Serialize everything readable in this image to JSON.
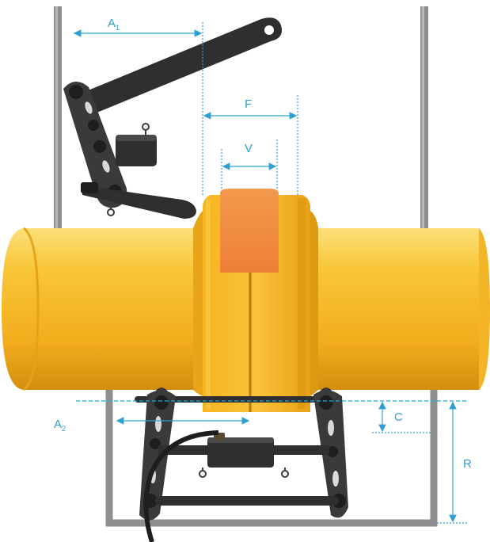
{
  "labels": {
    "a1": "A",
    "a1_sub": "1",
    "a2": "A",
    "a2_sub": "2",
    "f": "F",
    "v": "V",
    "c": "C",
    "r": "R"
  },
  "colors": {
    "pipe": "#f4b323",
    "pipe_dark": "#c88a10",
    "weld_band": "#f5a81c",
    "weld_zone": "#f08a3c",
    "tool": "#2f2f2f",
    "tool_light": "#4a4a4a",
    "rail": "#8f8f8f",
    "dimension": "#2e9fd3"
  }
}
